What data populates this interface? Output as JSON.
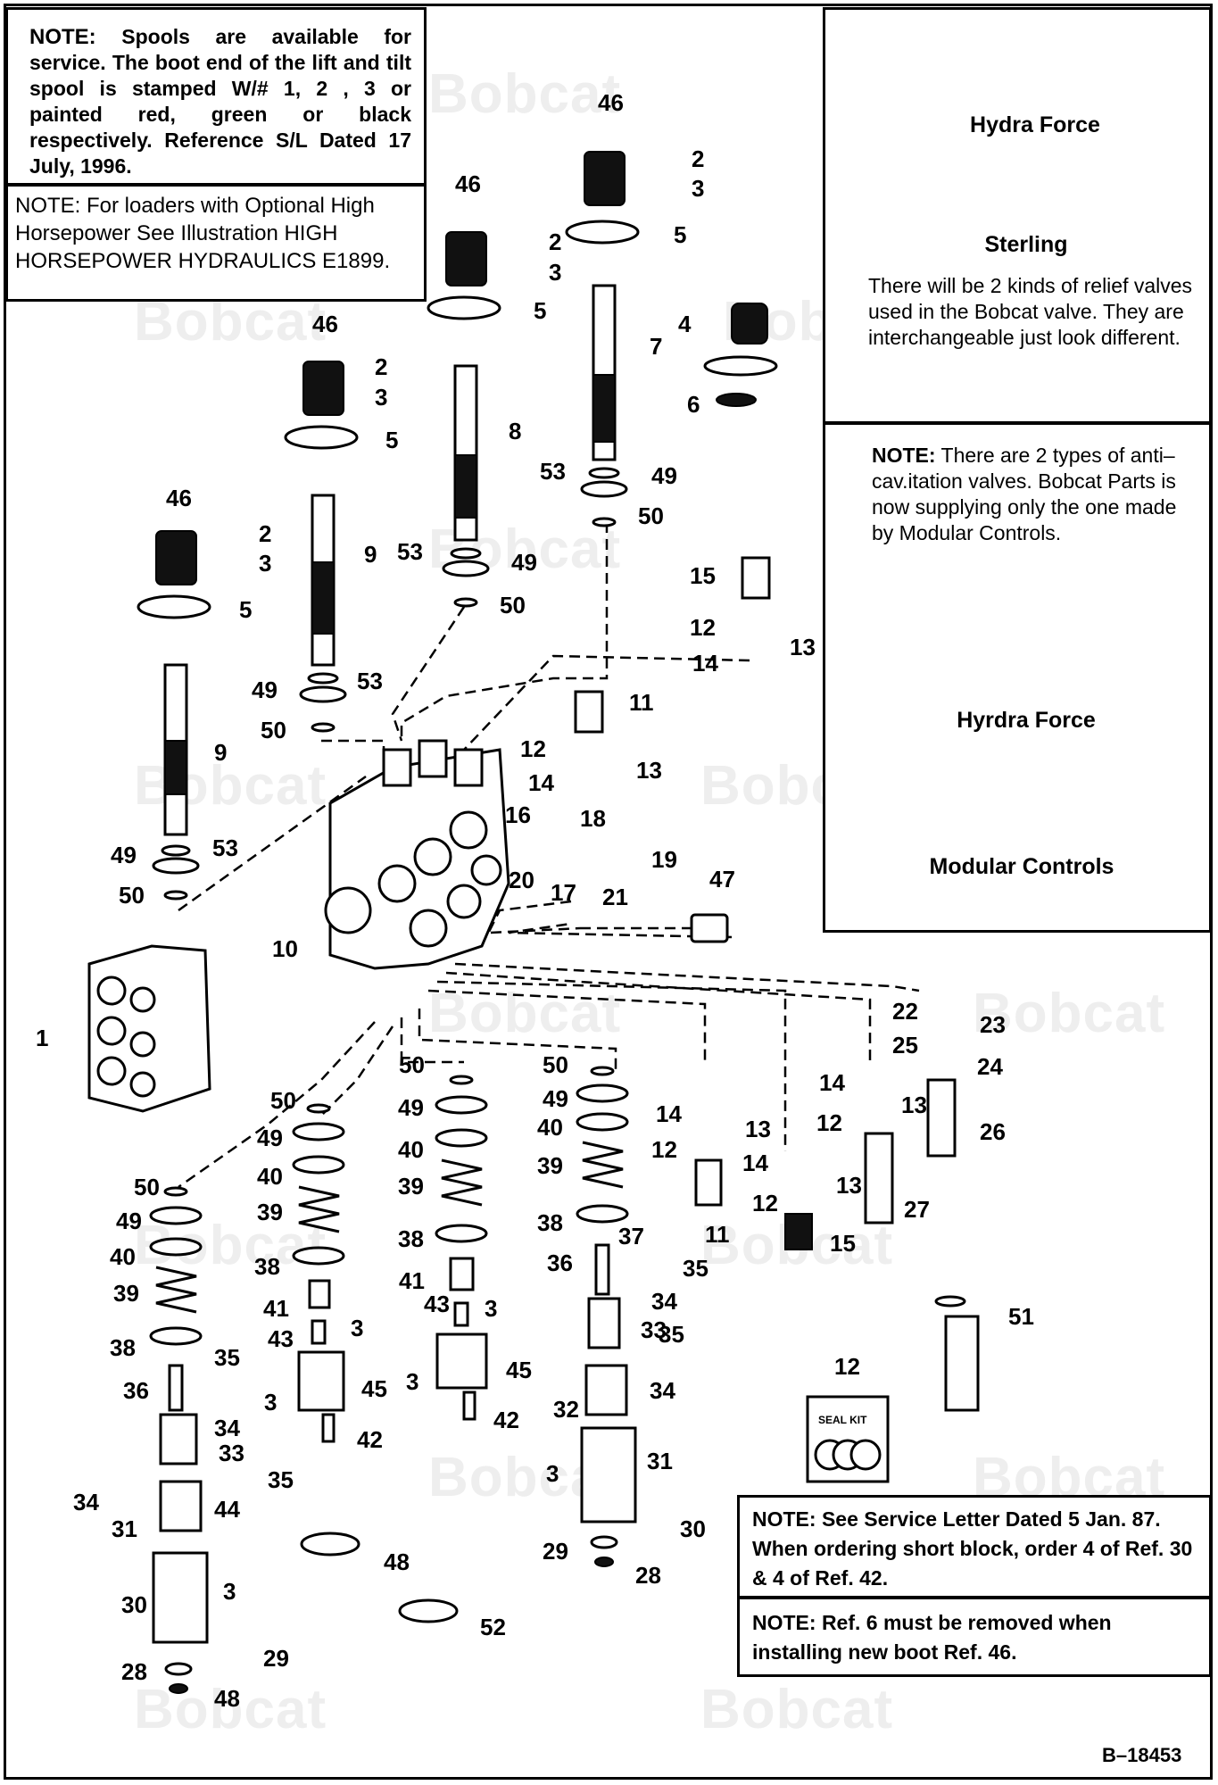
{
  "notes": {
    "spools_bold": "NOTE:",
    "spools_text": "Spools are available for service. The boot end of the lift and tilt spool is stamped W/# 1, 2 , 3 or painted red, green or black respectively. Reference S/L Dated 17 July, 1996.",
    "high_hp_text": "NOTE: For loaders with Optional High Horsepower See Illustration HIGH HORSEPOWER HYDRAULICS E1899.",
    "relief_text": "There will be 2 kinds of relief valves used in the Bobcat valve. They are interchangeable just look different.",
    "anticav_bold": "NOTE:",
    "anticav_text": "There are 2 types of anti–cav.itation valves. Bobcat Parts is now supplying only the one made by Modular Controls.",
    "service_letter_text": "NOTE: See Service Letter Dated 5 Jan. 87. When ordering short block, order 4 of Ref. 30 & 4 of Ref. 42.",
    "ref6_text": "NOTE: Ref. 6 must be removed when installing new boot Ref. 46."
  },
  "valve_captions": {
    "hydra_force_1": "Hydra Force",
    "sterling": "Sterling",
    "hydra_force_2": "Hyrdra Force",
    "modular_controls": "Modular Controls"
  },
  "seal_kit_label": "SEAL KIT",
  "watermark": "Bobcat",
  "drawing_number": "B–18453",
  "callouts": [
    "46",
    "2",
    "3",
    "5",
    "7",
    "4",
    "6",
    "53",
    "49",
    "50",
    "46",
    "2",
    "3",
    "5",
    "8",
    "53",
    "49",
    "50",
    "46",
    "2",
    "3",
    "5",
    "9",
    "49",
    "53",
    "50",
    "46",
    "2",
    "3",
    "5",
    "9",
    "49",
    "53",
    "50",
    "15",
    "12",
    "13",
    "14",
    "11",
    "12",
    "13",
    "14",
    "16",
    "18",
    "19",
    "17",
    "20",
    "21",
    "47",
    "10",
    "1",
    "22",
    "23",
    "25",
    "24",
    "14",
    "13",
    "12",
    "26",
    "14",
    "13",
    "12",
    "11",
    "14",
    "13",
    "12",
    "27",
    "15",
    "50",
    "49",
    "40",
    "39",
    "38",
    "37",
    "36",
    "35",
    "34",
    "33",
    "35",
    "34",
    "32",
    "31",
    "3",
    "30",
    "29",
    "28",
    "50",
    "49",
    "40",
    "39",
    "38",
    "41",
    "43",
    "3",
    "45",
    "3",
    "42",
    "50",
    "49",
    "40",
    "39",
    "38",
    "41",
    "43",
    "3",
    "45",
    "3",
    "42",
    "50",
    "49",
    "40",
    "39",
    "38",
    "36",
    "35",
    "34",
    "33",
    "35",
    "34",
    "44",
    "31",
    "3",
    "30",
    "29",
    "28",
    "48",
    "48",
    "52",
    "12",
    "51"
  ]
}
